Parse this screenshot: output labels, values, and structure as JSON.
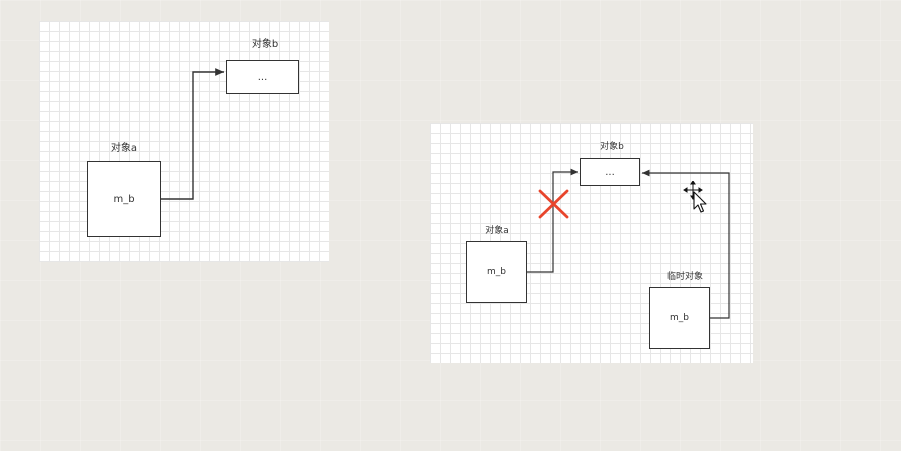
{
  "left_diagram": {
    "object_b": {
      "title": "对象b",
      "content": "..."
    },
    "object_a": {
      "title": "对象a",
      "field": "m_b"
    }
  },
  "right_diagram": {
    "object_b": {
      "title": "对象b",
      "content": "..."
    },
    "object_a": {
      "title": "对象a",
      "field": "m_b"
    },
    "temp_object": {
      "title": "临时对象",
      "field": "m_b"
    },
    "broken_link_marker_color": "#e8452c"
  },
  "cursor_icon": "move-cursor-icon"
}
